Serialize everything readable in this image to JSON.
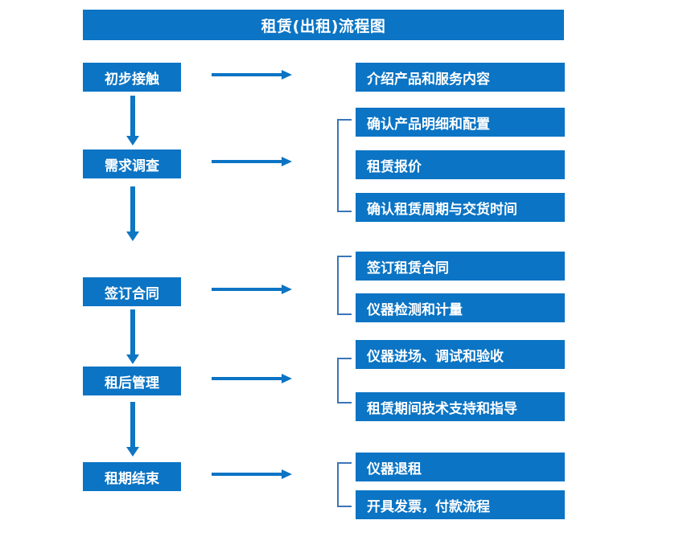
{
  "title": "租赁(出租)流程图",
  "colors": {
    "box_fill": "#0b74c4",
    "box_text": "#ffffff",
    "arrow": "#0f76c3",
    "bracket": "#3a76b8",
    "background": "#ffffff"
  },
  "stages": [
    {
      "label": "初步接触",
      "details": [
        "介绍产品和服务内容"
      ],
      "grouped": false
    },
    {
      "label": "需求调查",
      "details": [
        "确认产品明细和配置",
        "租赁报价",
        "确认租赁周期与交货时间"
      ],
      "grouped": true
    },
    {
      "label": "签订合同",
      "details": [
        "签订租赁合同",
        "仪器检测和计量"
      ],
      "grouped": true
    },
    {
      "label": "租后管理",
      "details": [
        "仪器进场、调试和验收",
        "租赁期间技术支持和指导"
      ],
      "grouped": true
    },
    {
      "label": "租期结束",
      "details": [
        "仪器退租",
        "开具发票，付款流程"
      ],
      "grouped": true
    }
  ]
}
